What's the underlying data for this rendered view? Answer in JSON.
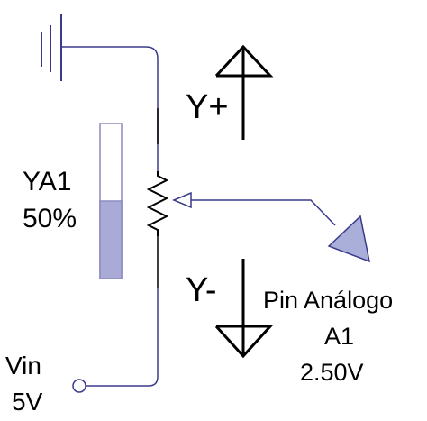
{
  "pot": {
    "label": "YA1",
    "percent_text": "50%",
    "level": 0.5
  },
  "source": {
    "name": "Vin",
    "value": "5V"
  },
  "direction": {
    "up": "Y+",
    "down": "Y-"
  },
  "output": {
    "title": "Pin Análogo",
    "pin": "A1",
    "voltage": "2.50V"
  },
  "colors": {
    "wire": "#3a3a8c",
    "fill": "#aaaad6",
    "fill_border": "#8a8ac0",
    "bar_empty": "#ffffff",
    "probe_fill": "#a9afd8",
    "ink": "#000000"
  },
  "icons": {
    "ground": "ground-symbol-icon",
    "potentiometer": "potentiometer-icon",
    "arrow_up": "arrow-up-icon",
    "arrow_down": "arrow-down-icon",
    "probe": "probe-triangle-icon",
    "terminal": "terminal-circle-icon"
  }
}
